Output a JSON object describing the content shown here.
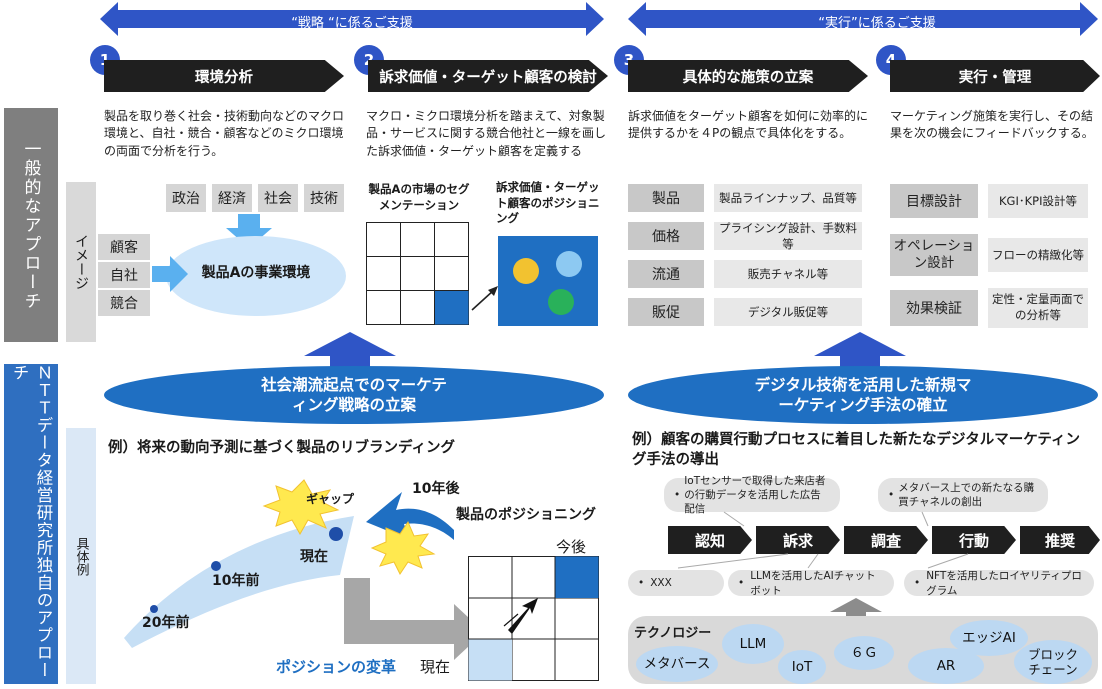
{
  "top_arrows": {
    "left": "“戦略 “に係るご支援",
    "right": "“実行”に係るご支援"
  },
  "steps": [
    {
      "num": "1",
      "title": "環境分析",
      "desc": "製品を取り巻く社会・技術動向などのマクロ環境と、自社・競合・顧客などのミクロ環境の両面で分析を行う。"
    },
    {
      "num": "2",
      "title": "訴求価値・ターゲット顧客の検討",
      "desc": "マクロ・ミクロ環境分析を踏まえて、対象製品・サービスに関する競合他社と一線を画した訴求価値・ターゲット顧客を定義する"
    },
    {
      "num": "3",
      "title": "具体的な施策の立案",
      "desc": "訴求価値をターゲット顧客を如何に効率的に提供するかを４Pの観点で具体化をする。"
    },
    {
      "num": "4",
      "title": "実行・管理",
      "desc": "マーケティング施策を実行し、その結果を次の機会にフィードバックする。"
    }
  ],
  "side": {
    "general": "一般的なアプローチ",
    "image": "イメージ",
    "ntt": "ＮＴＴデータ経営研究所独自のアプローチ",
    "concrete": "具体例"
  },
  "env": {
    "macro": [
      "政治",
      "経済",
      "社会",
      "技術"
    ],
    "micro": [
      "顧客",
      "自社",
      "競合"
    ],
    "center": "製品Aの事業環境"
  },
  "segment": {
    "grid_title": "製品Aの市場のセグメンテーション",
    "pos_title": "訴求価値・ターゲット顧客のポジショニング"
  },
  "four_p": [
    {
      "label": "製品",
      "value": "製品ラインナップ、品質等"
    },
    {
      "label": "価格",
      "value": "プライシング設計、手数料等"
    },
    {
      "label": "流通",
      "value": "販売チャネル等"
    },
    {
      "label": "販促",
      "value": "デジタル販促等"
    }
  ],
  "exec": [
    {
      "label": "目標設計",
      "value": "KGI･KPI設計等"
    },
    {
      "label": "オペレーション設計",
      "value": "フローの精緻化等"
    },
    {
      "label": "効果検証",
      "value": "定性・定量両面での分析等"
    }
  ],
  "ovals": {
    "left": "社会潮流起点でのマーケティング戦略の立案",
    "right": "デジタル技術を活用した新規マーケティング手法の確立"
  },
  "example_left": {
    "title": "例）将来の動向予測に基づく製品のリブランディング",
    "gap": "ギャップ",
    "future_10": "10年後",
    "now": "現在",
    "past_10": "10年前",
    "past_20": "20年前",
    "positioning": "製品のポジショニング",
    "future": "今後",
    "now2": "現在",
    "reform": "ポジションの変革"
  },
  "example_right": {
    "title": "例）顧客の購買行動プロセスに着目した新たなデジタルマーケティング手法の導出",
    "top_notes": [
      "IoTセンサーで取得した来店者の行動データを活用した広告配信",
      "メタバース上での新たなる購買チャネルの創出"
    ],
    "steps": [
      "認知",
      "訴求",
      "調査",
      "行動",
      "推奨"
    ],
    "bottom_notes": [
      "XXX",
      "LLMを活用したAIチャットボット",
      "NFTを活用したロイヤリティプログラム"
    ],
    "tech_label": "テクノロジー",
    "tech": [
      "LLM",
      "エッジAI",
      "メタバース",
      "IoT",
      "６Ｇ",
      "AR",
      "ブロックチェーン"
    ]
  }
}
